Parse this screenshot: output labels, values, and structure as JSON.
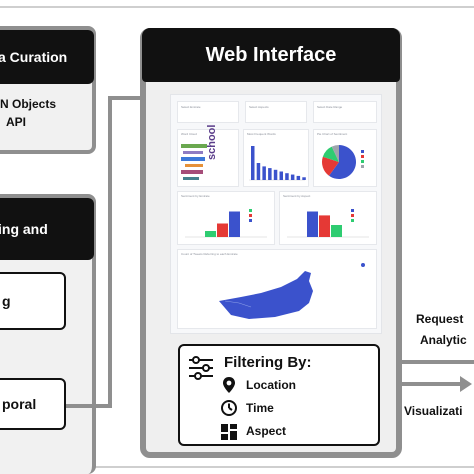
{
  "left_panels": {
    "curation": {
      "title": "a Curation",
      "line1": "N Objects",
      "line2": "API"
    },
    "processing": {
      "title": "ing and",
      "box1": "g",
      "box2": "poral"
    }
  },
  "web_interface": {
    "title": "Web Interface",
    "dashboard": {
      "filter_labels": [
        "Select Emirate",
        "Select Aspects",
        "Select Date Range"
      ],
      "chart_titles": [
        "Word Cloud",
        "Most Frequent Words",
        "Pie Chart of Sentiment"
      ],
      "chart_titles_row2": [
        "Sentiment by Emirate",
        "Sentiment by Aspect"
      ],
      "map_title": "Count of Tweets Referring to each Emirate",
      "wordcloud_word": "school",
      "chart_data": [
        {
          "type": "bar",
          "series": [
            {
              "values": [
                10,
                5,
                4,
                3.5,
                3,
                2.5,
                2,
                1.6,
                1.2,
                0.8
              ]
            }
          ],
          "colors": [
            "#3b52cc"
          ]
        },
        {
          "type": "pie",
          "values": [
            60,
            20,
            13,
            7
          ],
          "colors": [
            "#3b52cc",
            "#e53935",
            "#2ecc71",
            "#9fa4ad"
          ]
        },
        {
          "type": "bar",
          "values": [
            20,
            45,
            85
          ],
          "colors": [
            "#2ecc71",
            "#e53935",
            "#3b52cc"
          ]
        },
        {
          "type": "bar",
          "values": [
            85,
            72,
            40
          ],
          "colors": [
            "#3b52cc",
            "#e53935",
            "#2ecc71"
          ]
        }
      ]
    }
  },
  "filtering": {
    "title": "Filtering By:",
    "items": [
      {
        "label": "Location",
        "icon": "location-pin-icon"
      },
      {
        "label": "Time",
        "icon": "clock-icon"
      },
      {
        "label": "Aspect",
        "icon": "grid-icon"
      }
    ]
  },
  "right_labels": {
    "request_line1": "Request",
    "request_line2": "Analytic",
    "visualization": "Visualizati"
  }
}
